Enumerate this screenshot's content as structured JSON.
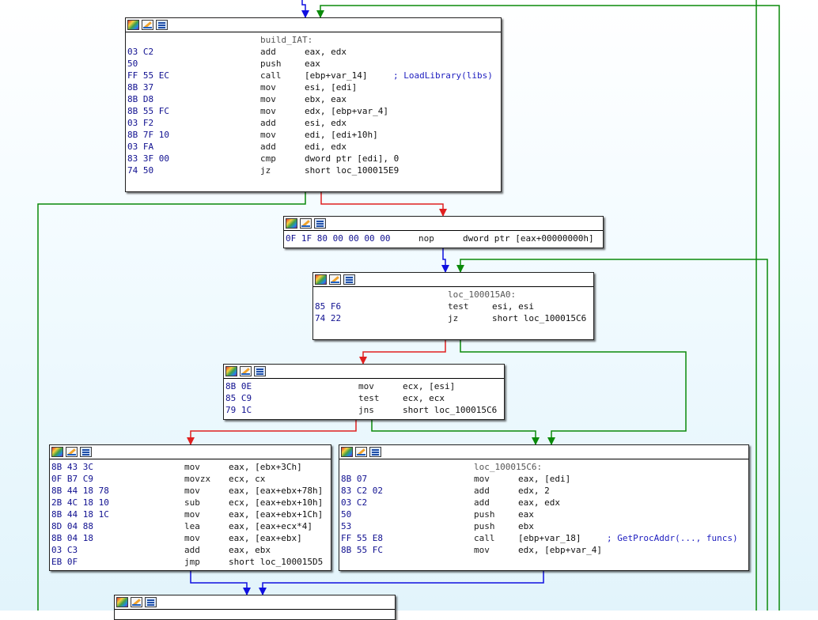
{
  "colors": {
    "true_edge": "#0a8a0a",
    "false_edge": "#e02020",
    "flow_edge": "#1010e0",
    "loop_edge": "#0a8a0a"
  },
  "node_toolbar_icons": [
    "color-node-icon",
    "rename-node-icon",
    "group-nodes-icon"
  ],
  "nodes": {
    "n1": {
      "lines": [
        {
          "bytes": "",
          "label": "build_IAT:",
          "mn": "",
          "op": "",
          "cm": ""
        },
        {
          "bytes": "03 C2",
          "label": "",
          "mn": "add",
          "op": "eax, edx",
          "cm": ""
        },
        {
          "bytes": "50",
          "label": "",
          "mn": "push",
          "op": "eax",
          "cm": ""
        },
        {
          "bytes": "FF 55 EC",
          "label": "",
          "mn": "call",
          "op": "[ebp+var_14]",
          "cm": "; LoadLibrary(libs)"
        },
        {
          "bytes": "8B 37",
          "label": "",
          "mn": "mov",
          "op": "esi, [edi]",
          "cm": ""
        },
        {
          "bytes": "8B D8",
          "label": "",
          "mn": "mov",
          "op": "ebx, eax",
          "cm": ""
        },
        {
          "bytes": "8B 55 FC",
          "label": "",
          "mn": "mov",
          "op": "edx, [ebp+var_4]",
          "cm": ""
        },
        {
          "bytes": "03 F2",
          "label": "",
          "mn": "add",
          "op": "esi, edx",
          "cm": ""
        },
        {
          "bytes": "8B 7F 10",
          "label": "",
          "mn": "mov",
          "op": "edi, [edi+10h]",
          "cm": ""
        },
        {
          "bytes": "03 FA",
          "label": "",
          "mn": "add",
          "op": "edi, edx",
          "cm": ""
        },
        {
          "bytes": "83 3F 00",
          "label": "",
          "mn": "cmp",
          "op": "dword ptr [edi], 0",
          "cm": ""
        },
        {
          "bytes": "74 50",
          "label": "",
          "mn": "jz",
          "op": "short loc_100015E9",
          "cm": ""
        }
      ]
    },
    "n2": {
      "lines": [
        {
          "bytes": "0F 1F 80 00 00 00 00",
          "label": "",
          "mn": "nop",
          "op": "dword ptr [eax+00000000h]",
          "cm": ""
        }
      ]
    },
    "n3": {
      "lines": [
        {
          "bytes": "",
          "label": "loc_100015A0:",
          "mn": "",
          "op": "",
          "cm": ""
        },
        {
          "bytes": "85 F6",
          "label": "",
          "mn": "test",
          "op": "esi, esi",
          "cm": ""
        },
        {
          "bytes": "74 22",
          "label": "",
          "mn": "jz",
          "op": "short loc_100015C6",
          "cm": ""
        }
      ]
    },
    "n4": {
      "lines": [
        {
          "bytes": "8B 0E",
          "label": "",
          "mn": "mov",
          "op": "ecx, [esi]",
          "cm": ""
        },
        {
          "bytes": "85 C9",
          "label": "",
          "mn": "test",
          "op": "ecx, ecx",
          "cm": ""
        },
        {
          "bytes": "79 1C",
          "label": "",
          "mn": "jns",
          "op": "short loc_100015C6",
          "cm": ""
        }
      ]
    },
    "n5": {
      "lines": [
        {
          "bytes": "8B 43 3C",
          "label": "",
          "mn": "mov",
          "op": "eax, [ebx+3Ch]",
          "cm": ""
        },
        {
          "bytes": "0F B7 C9",
          "label": "",
          "mn": "movzx",
          "op": "ecx, cx",
          "cm": ""
        },
        {
          "bytes": "8B 44 18 78",
          "label": "",
          "mn": "mov",
          "op": "eax, [eax+ebx+78h]",
          "cm": ""
        },
        {
          "bytes": "2B 4C 18 10",
          "label": "",
          "mn": "sub",
          "op": "ecx, [eax+ebx+10h]",
          "cm": ""
        },
        {
          "bytes": "8B 44 18 1C",
          "label": "",
          "mn": "mov",
          "op": "eax, [eax+ebx+1Ch]",
          "cm": ""
        },
        {
          "bytes": "8D 04 88",
          "label": "",
          "mn": "lea",
          "op": "eax, [eax+ecx*4]",
          "cm": ""
        },
        {
          "bytes": "8B 04 18",
          "label": "",
          "mn": "mov",
          "op": "eax, [eax+ebx]",
          "cm": ""
        },
        {
          "bytes": "03 C3",
          "label": "",
          "mn": "add",
          "op": "eax, ebx",
          "cm": ""
        },
        {
          "bytes": "EB 0F",
          "label": "",
          "mn": "jmp",
          "op": "short loc_100015D5",
          "cm": ""
        }
      ]
    },
    "n6": {
      "lines": [
        {
          "bytes": "",
          "label": "loc_100015C6:",
          "mn": "",
          "op": "",
          "cm": ""
        },
        {
          "bytes": "8B 07",
          "label": "",
          "mn": "mov",
          "op": "eax, [edi]",
          "cm": ""
        },
        {
          "bytes": "83 C2 02",
          "label": "",
          "mn": "add",
          "op": "edx, 2",
          "cm": ""
        },
        {
          "bytes": "03 C2",
          "label": "",
          "mn": "add",
          "op": "eax, edx",
          "cm": ""
        },
        {
          "bytes": "50",
          "label": "",
          "mn": "push",
          "op": "eax",
          "cm": ""
        },
        {
          "bytes": "53",
          "label": "",
          "mn": "push",
          "op": "ebx",
          "cm": ""
        },
        {
          "bytes": "FF 55 E8",
          "label": "",
          "mn": "call",
          "op": "[ebp+var_18]",
          "cm": "; GetProcAddr(..., funcs)"
        },
        {
          "bytes": "8B 55 FC",
          "label": "",
          "mn": "mov",
          "op": "edx, [ebp+var_4]",
          "cm": ""
        }
      ]
    },
    "n7": {
      "lines": []
    }
  }
}
